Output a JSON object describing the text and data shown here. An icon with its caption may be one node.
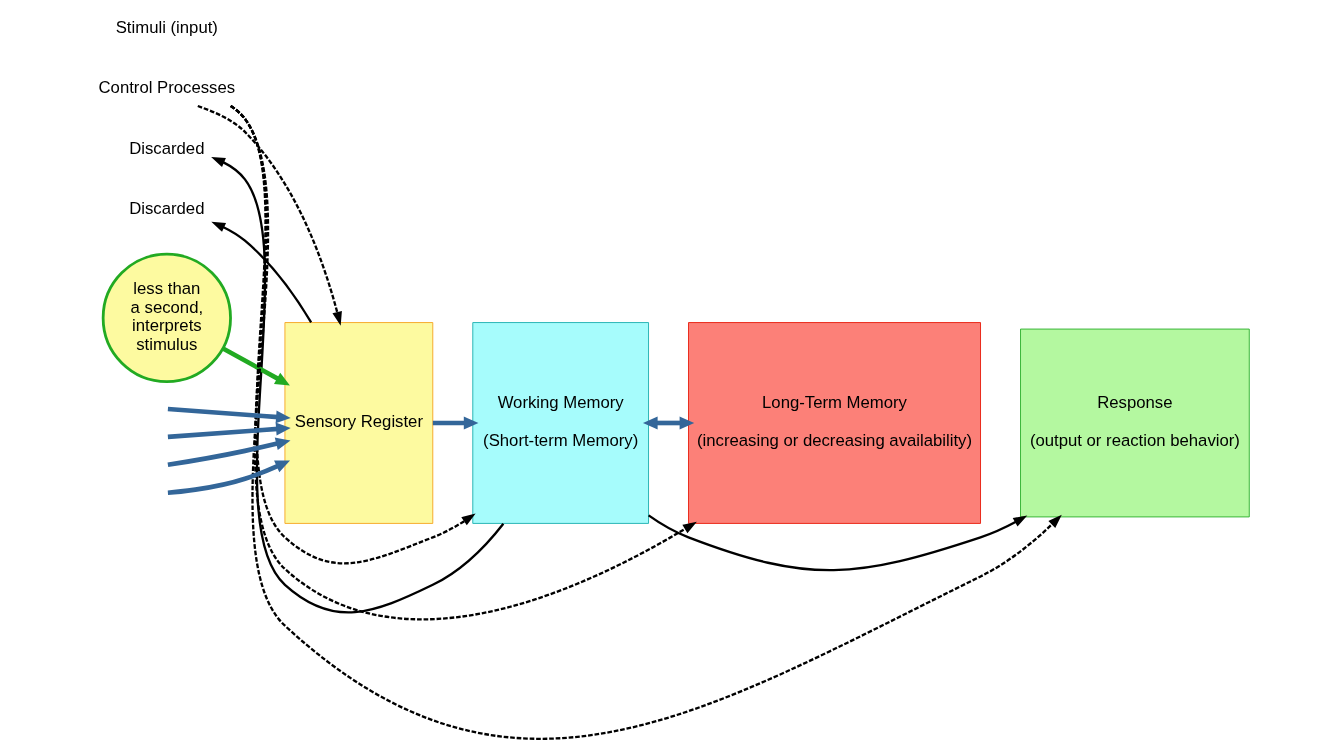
{
  "diagram": {
    "nodes": [
      {
        "text": [
          "Sensory Register"
        ]
      },
      {
        "text": [
          "Working Memory",
          "(Short-term Memory)"
        ]
      },
      {
        "text": [
          "Long-Term Memory",
          "(increasing or decreasing availability)"
        ]
      },
      {
        "text": [
          "Response",
          "(output or reaction behavior)"
        ]
      },
      {
        "text": [
          "less than a second, interprets stimulus"
        ]
      },
      {
        "text": [
          "Discarded"
        ]
      },
      {
        "text": [
          "Discarded"
        ]
      },
      {
        "text": [
          "Control Processes"
        ]
      }
    ],
    "edges": [
      {
        "from": 4,
        "to": 0,
        "arrow": "to",
        "style": "thick",
        "color": "#22aa22"
      },
      {
        "from": 0,
        "to": 5,
        "arrow": "to"
      },
      {
        "from": 1,
        "to": 6,
        "arrow": "to"
      },
      {
        "from": 1,
        "to": 3,
        "arrow": "to"
      },
      {
        "from": null,
        "to": 0,
        "arrow": "to",
        "style": "thick",
        "color": "#336699"
      },
      {
        "from": null,
        "to": 0,
        "arrow": "to",
        "style": "thick",
        "color": "#336699"
      },
      {
        "from": null,
        "to": 0,
        "arrow": "to",
        "style": "thick",
        "color": "#336699"
      },
      {
        "from": null,
        "to": 0,
        "arrow": "to",
        "style": "thick",
        "color": "#336699"
      },
      {
        "from": 0,
        "to": 1,
        "arrow": "to",
        "style": "thick",
        "color": "#336699"
      },
      {
        "from": 1,
        "to": 2,
        "arrow": "both",
        "style": "thick",
        "color": "#336699"
      },
      {
        "from": 7,
        "to": 0,
        "arrow": "to",
        "style": "dashed"
      },
      {
        "from": 7,
        "to": 1,
        "arrow": "to",
        "style": "dashed"
      },
      {
        "from": 7,
        "to": 2,
        "arrow": "to",
        "style": "dashed"
      },
      {
        "from": 7,
        "to": 3,
        "arrow": "to",
        "style": "dashed"
      }
    ],
    "labels": [
      "Stimuli (input)"
    ]
  }
}
